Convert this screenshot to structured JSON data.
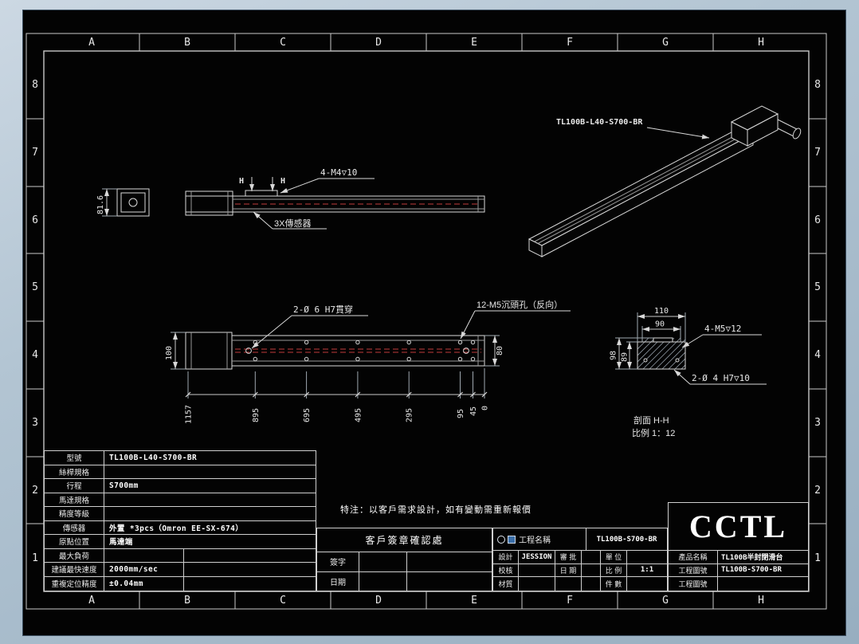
{
  "frame": {
    "zone_letters": [
      "A",
      "B",
      "C",
      "D",
      "E",
      "F",
      "G",
      "H"
    ],
    "zone_numbers": [
      "8",
      "7",
      "6",
      "5",
      "4",
      "3",
      "2",
      "1"
    ]
  },
  "views": {
    "iso": {
      "label": "TL100B-L40-S700-BR"
    },
    "side": {
      "section_letter": "H",
      "holes_label": "4-M4▽10",
      "sensor_label": "3X傳感器"
    },
    "end": {
      "height_dim": "81.6"
    },
    "plan": {
      "label_through": "2-Ø 6 H7貫穿",
      "label_counterbore": "12-M5沉頭孔（反向）",
      "dim_left": "100",
      "dim_right": "80",
      "dim_chain": [
        "1157",
        "895",
        "695",
        "495",
        "295",
        "95",
        "45",
        "0"
      ]
    },
    "section": {
      "dim_width_outer": "110",
      "dim_width_inner": "90",
      "dim_height_outer": "98",
      "dim_height_inner": "89",
      "label_tap": "4-M5▽12",
      "label_pin": "2-Ø 4 H7▽10",
      "title": "剖面 H-H",
      "scale": "比例 1：12"
    }
  },
  "spec_table": {
    "rows": [
      {
        "label": "型號",
        "value": "TL100B-L40-S700-BR"
      },
      {
        "label": "絲桿規格",
        "value": ""
      },
      {
        "label": "行程",
        "value": "S700mm"
      },
      {
        "label": "馬達規格",
        "value": ""
      },
      {
        "label": "精度等級",
        "value": ""
      },
      {
        "label": "傳感器",
        "value": "外置 *3pcs（Omron EE-SX-674）"
      },
      {
        "label": "原點位置",
        "value": "馬達端"
      },
      {
        "label": "最大負荷",
        "value": "",
        "value2": ""
      },
      {
        "label": "建議最快速度",
        "value": "2000mm/sec",
        "value2": ""
      },
      {
        "label": "重複定位精度",
        "value": "±0.04mm",
        "value2": ""
      }
    ]
  },
  "note": "特注：以客戶需求設計，如有變動需重新報價",
  "signature": {
    "title": "客戶簽章確認處",
    "row1": "簽字",
    "row2": "日期"
  },
  "title_block": {
    "project_label": "工程名稱",
    "project_value": "TL100B-S700-BR",
    "design_label": "設計",
    "design_value": "JESSION",
    "approve_label": "審 批",
    "check_label": "校核",
    "date_label": "日 期",
    "material_label": "材質",
    "unit_label": "單 位",
    "scale_label": "比 例",
    "scale_value": "1:1",
    "qty_label": "件 數",
    "logo": "CCTL",
    "product_label": "產品名稱",
    "product_value": "TL100B半封閉滑台",
    "drawing_label": "工程圖號",
    "drawing_value": "TL100B-S700-BR",
    "drawing_label2": "工程圖號",
    "drawing_value2": ""
  }
}
